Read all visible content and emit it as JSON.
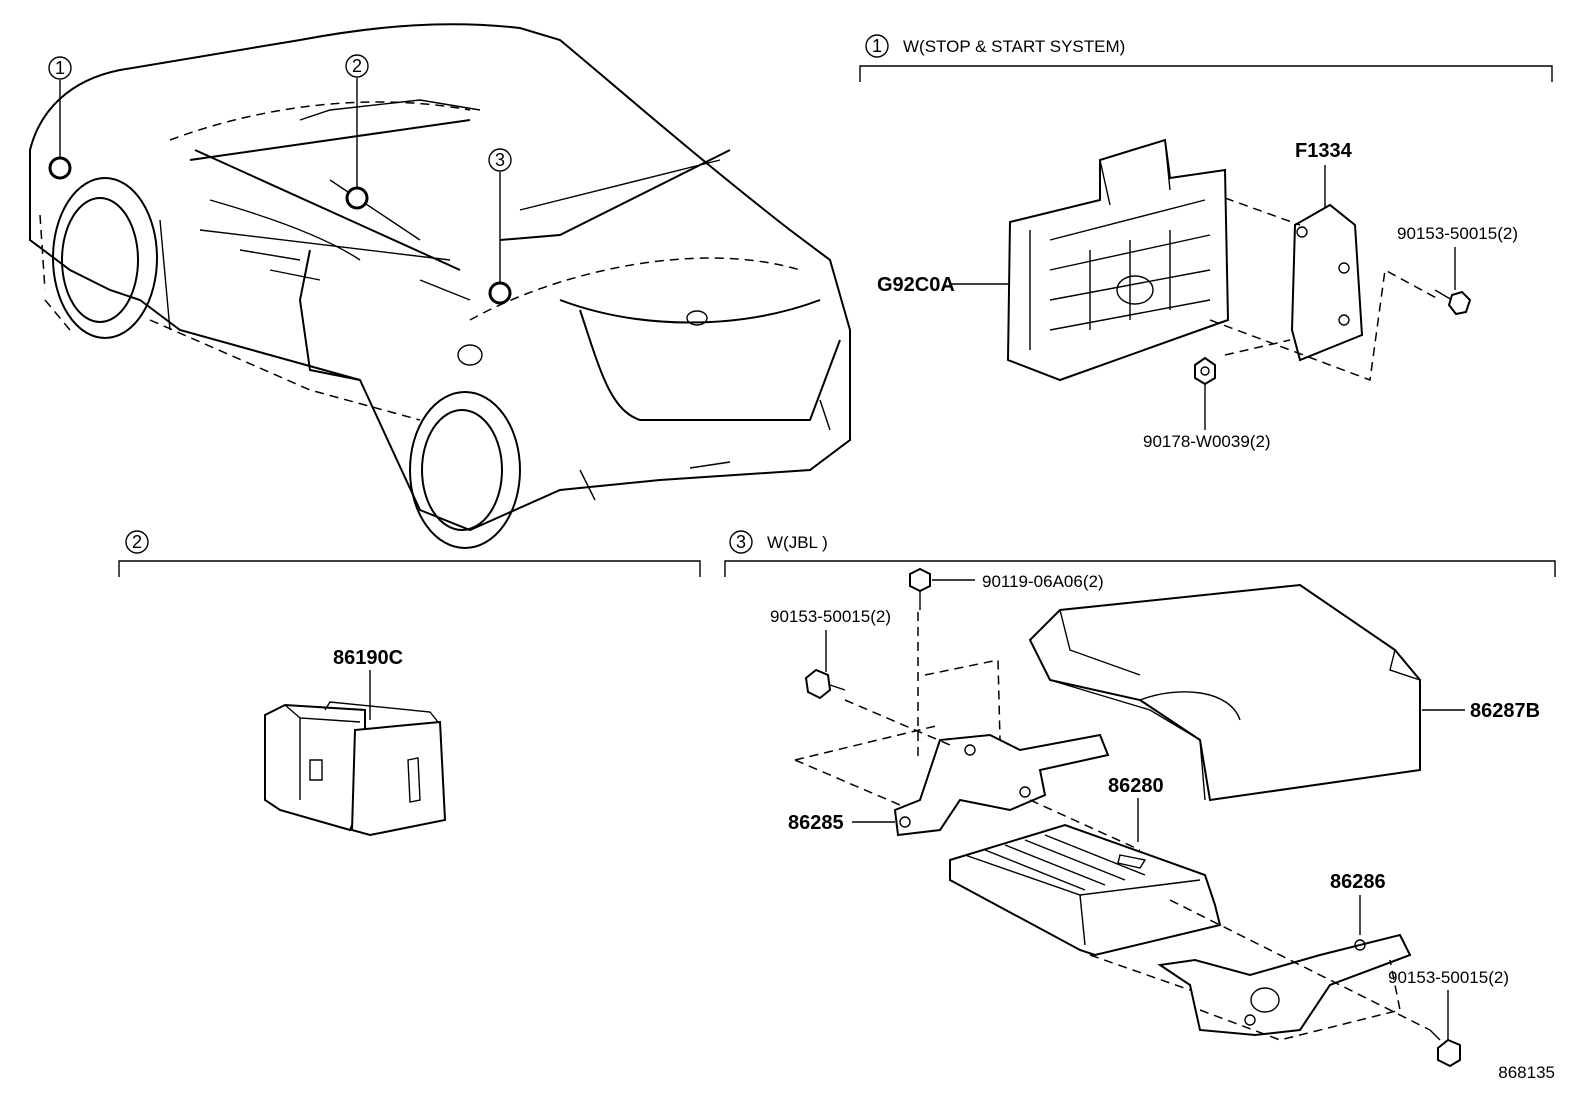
{
  "diagram_id": "868135",
  "car_callouts": [
    "1",
    "2",
    "3"
  ],
  "sections": [
    {
      "number": "1",
      "title": "W(STOP & START SYSTEM)"
    },
    {
      "number": "2",
      "title": ""
    },
    {
      "number": "3",
      "title": "W(JBL )"
    }
  ],
  "parts": {
    "g92c0a": "G92C0A",
    "f1334": "F1334",
    "bolt_1": "90153-50015(2)",
    "nut_1": "90178-W0039(2)",
    "switch": "86190C",
    "bolt_3a": "90119-06A06(2)",
    "bolt_3b": "90153-50015(2)",
    "cover": "86287B",
    "bracket_a": "86285",
    "amplifier": "86280",
    "bracket_b": "86286",
    "bolt_3c": "90153-50015(2)"
  }
}
